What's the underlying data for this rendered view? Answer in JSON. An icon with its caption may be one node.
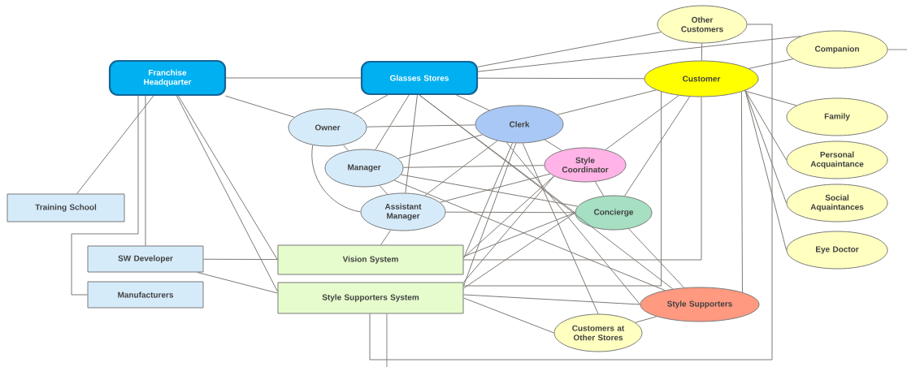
{
  "diagram": {
    "nodes": [
      {
        "text": [
          "Franchise Headquarter"
        ]
      },
      {
        "text": [
          "Glasses Stores"
        ]
      },
      {
        "text": [
          "Other Customers"
        ]
      },
      {
        "text": [
          "Companion"
        ]
      },
      {
        "text": [
          "Customer"
        ]
      },
      {
        "text": [
          "Owner"
        ]
      },
      {
        "text": [
          "Clerk"
        ]
      },
      {
        "text": [
          "Family"
        ]
      },
      {
        "text": [
          "Style Coordinator"
        ]
      },
      {
        "text": [
          "Manager"
        ]
      },
      {
        "text": [
          "Personal Acquaintance"
        ]
      },
      {
        "text": [
          "Training School"
        ]
      },
      {
        "text": [
          "Assistant Manager"
        ]
      },
      {
        "text": [
          "Concierge"
        ]
      },
      {
        "text": [
          "Social Aquaintances"
        ]
      },
      {
        "text": [
          "Eye Doctor"
        ]
      },
      {
        "text": [
          "SW Developer"
        ]
      },
      {
        "text": [
          "Vision System"
        ]
      },
      {
        "text": [
          "Manufacturers"
        ]
      },
      {
        "text": [
          "Style Supporters System"
        ]
      },
      {
        "text": [
          "Style Supporters"
        ]
      },
      {
        "text": [
          "Customers at Other Stores"
        ]
      }
    ],
    "edges": [
      {
        "from": 0,
        "to": 1,
        "arrow": "none"
      },
      {
        "from": 0,
        "to": 5,
        "arrow": "none"
      },
      {
        "from": 0,
        "to": 11,
        "arrow": "none"
      },
      {
        "from": 0,
        "to": 16,
        "arrow": "none"
      },
      {
        "from": 0,
        "to": 18,
        "arrow": "none"
      },
      {
        "from": 0,
        "to": 17,
        "arrow": "none"
      },
      {
        "from": 0,
        "to": 19,
        "arrow": "none"
      },
      {
        "from": 16,
        "to": 17,
        "arrow": "none"
      },
      {
        "from": 16,
        "to": 19,
        "arrow": "none"
      },
      {
        "from": 1,
        "to": 2,
        "arrow": "none"
      },
      {
        "from": 1,
        "to": 3,
        "arrow": "none"
      },
      {
        "from": 1,
        "to": 4,
        "arrow": "none"
      },
      {
        "from": 1,
        "to": 5,
        "arrow": "none"
      },
      {
        "from": 1,
        "to": 9,
        "arrow": "none"
      },
      {
        "from": 1,
        "to": 12,
        "arrow": "none"
      },
      {
        "from": 1,
        "to": 6,
        "arrow": "none"
      },
      {
        "from": 1,
        "to": 13,
        "arrow": "none"
      },
      {
        "from": 1,
        "to": 20,
        "arrow": "none"
      },
      {
        "from": 5,
        "to": 6,
        "arrow": "none"
      },
      {
        "from": 5,
        "to": 9,
        "arrow": "none"
      },
      {
        "from": 5,
        "to": 12,
        "arrow": "none"
      },
      {
        "from": 9,
        "to": 12,
        "arrow": "none"
      },
      {
        "from": 9,
        "to": 6,
        "arrow": "none"
      },
      {
        "from": 9,
        "to": 8,
        "arrow": "none"
      },
      {
        "from": 9,
        "to": 13,
        "arrow": "none"
      },
      {
        "from": 9,
        "to": 20,
        "arrow": "none"
      },
      {
        "from": 12,
        "to": 6,
        "arrow": "none"
      },
      {
        "from": 12,
        "to": 8,
        "arrow": "none"
      },
      {
        "from": 12,
        "to": 13,
        "arrow": "none"
      },
      {
        "from": 12,
        "to": 17,
        "arrow": "none"
      },
      {
        "from": 6,
        "to": 4,
        "arrow": "none"
      },
      {
        "from": 6,
        "to": 8,
        "arrow": "none"
      },
      {
        "from": 6,
        "to": 17,
        "arrow": "none"
      },
      {
        "from": 6,
        "to": 19,
        "arrow": "none"
      },
      {
        "from": 6,
        "to": 20,
        "arrow": "none"
      },
      {
        "from": 6,
        "to": 21,
        "arrow": "none"
      },
      {
        "from": 4,
        "to": 2,
        "arrow": "none"
      },
      {
        "from": 4,
        "to": 3,
        "arrow": "none"
      },
      {
        "from": 4,
        "to": 7,
        "arrow": "none"
      },
      {
        "from": 4,
        "to": 10,
        "arrow": "none"
      },
      {
        "from": 4,
        "to": 14,
        "arrow": "none"
      },
      {
        "from": 4,
        "to": 15,
        "arrow": "none"
      },
      {
        "from": 4,
        "to": 8,
        "arrow": "none"
      },
      {
        "from": 4,
        "to": 13,
        "arrow": "none"
      },
      {
        "from": 4,
        "to": 17,
        "arrow": "none"
      },
      {
        "from": 4,
        "to": 19,
        "arrow": "none"
      },
      {
        "from": 4,
        "to": 20,
        "arrow": "none"
      },
      {
        "from": 2,
        "to": 19,
        "arrow": "none"
      },
      {
        "from": 8,
        "to": 13,
        "arrow": "none"
      },
      {
        "from": 8,
        "to": 17,
        "arrow": "none"
      },
      {
        "from": 8,
        "to": 19,
        "arrow": "none"
      },
      {
        "from": 13,
        "to": 17,
        "arrow": "none"
      },
      {
        "from": 13,
        "to": 19,
        "arrow": "none"
      },
      {
        "from": 13,
        "to": 20,
        "arrow": "none"
      },
      {
        "from": 19,
        "to": 20,
        "arrow": "none"
      },
      {
        "from": 19,
        "to": 21,
        "arrow": "none"
      },
      {
        "from": 20,
        "to": 21,
        "arrow": "none"
      },
      {
        "from": 3,
        "to": null,
        "arrow": "none"
      },
      {
        "from": 19,
        "to": null,
        "arrow": "none"
      }
    ]
  }
}
